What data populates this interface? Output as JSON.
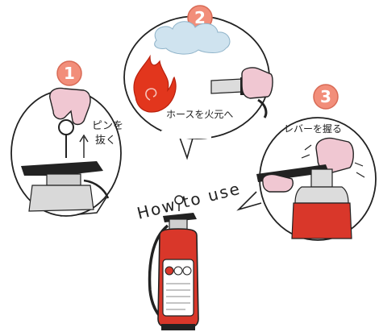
{
  "steps": [
    {
      "number": "1",
      "caption_line1": "ピンを",
      "caption_line2": "抜く"
    },
    {
      "number": "2",
      "caption": "ホースを火元へ"
    },
    {
      "number": "3",
      "caption": "レバーを握る"
    }
  ],
  "center_label": "How to use",
  "colors": {
    "extinguisher_red": "#d9372a",
    "number_badge": "#f28e7a",
    "hand_skin": "#f0c7d2",
    "flame": "#e2361d",
    "smoke": "#cfe3ef",
    "outline": "#222222"
  }
}
